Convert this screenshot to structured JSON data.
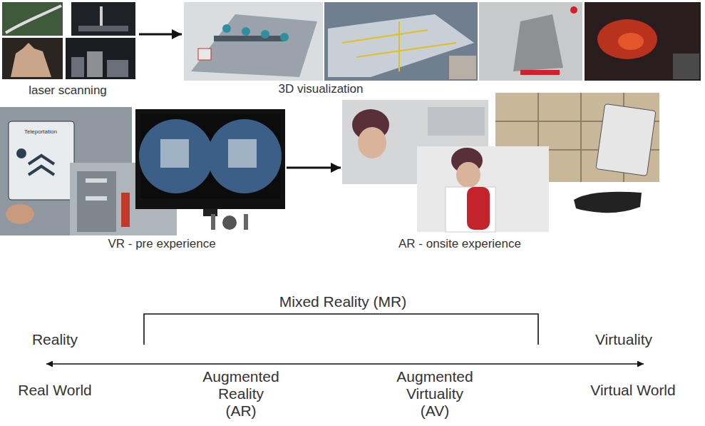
{
  "diagram": {
    "nodes": [
      {
        "text": [
          "laser scanning"
        ]
      },
      {
        "text": [
          "3D visualization"
        ]
      },
      {
        "text": [
          "VR - pre experience"
        ]
      },
      {
        "text": [
          "AR - onsite experience"
        ]
      }
    ],
    "edges": [
      {
        "from": 0,
        "to": 1,
        "arrow": "to"
      },
      {
        "from": 2,
        "to": 3,
        "arrow": "to"
      }
    ],
    "labels": [
      "Teleportation",
      "Mixed Reality (MR)",
      "Reality",
      "Virtuality",
      "Real World",
      "Augmented Reality (AR)",
      "Augmented Virtuality (AV)",
      "Virtual World"
    ]
  }
}
